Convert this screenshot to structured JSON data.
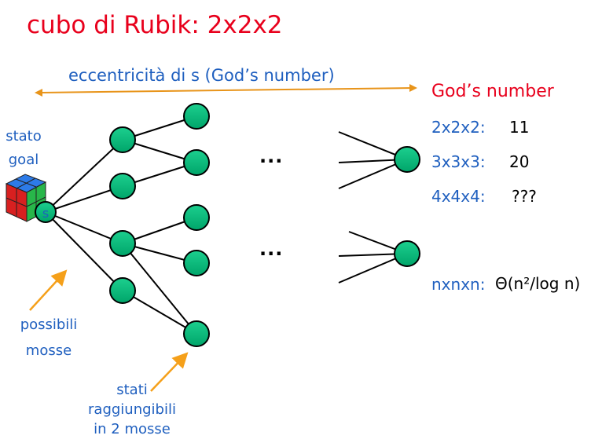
{
  "title": "cubo di Rubik: 2x2x2",
  "eccentricity_label": "eccentricità di s (God’s number)",
  "gods_number": {
    "heading": "God’s number",
    "rows": [
      {
        "label": "2x2x2:",
        "value": "11"
      },
      {
        "label": "3x3x3:",
        "value": "20"
      },
      {
        "label": "4x4x4:",
        "value": "???"
      },
      {
        "label": "nxnxn:",
        "value": "Θ(n²/log n)"
      }
    ]
  },
  "goal": {
    "line1": "stato",
    "line2": "goal"
  },
  "source_node_label": "s",
  "moves_label": {
    "line1": "possibili",
    "line2": "mosse"
  },
  "reached_label": {
    "line1": "stati",
    "line2": "raggiungibili",
    "line3": "in 2 mosse"
  },
  "ellipsis": "...",
  "colors": {
    "title": "#e8001c",
    "blue_text": "#1f5fbf",
    "node_fill": "#00b377",
    "arrow_orange": "#f5a01a",
    "axis_orange": "#e8941a"
  }
}
